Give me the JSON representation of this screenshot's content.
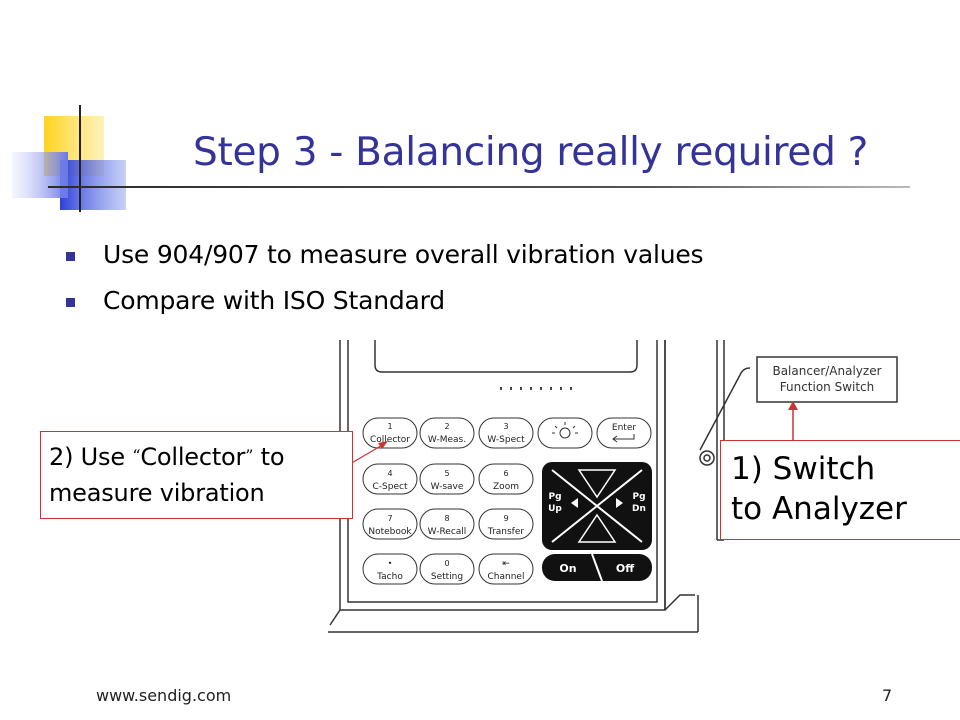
{
  "slide": {
    "title": "Step 3 - Balancing really required ?",
    "bullets": [
      "Use 904/907 to measure overall vibration values",
      "Compare with ISO Standard"
    ],
    "accent_color": "#333399",
    "callout_border_color": "#cc3333"
  },
  "callouts": {
    "collector": {
      "prefix": "2) Use ",
      "open_quote": "“",
      "word": "Collector",
      "close_quote": "”",
      "suffix": " to",
      "line2": "measure vibration"
    },
    "switch": {
      "line1": "1) Switch",
      "line2": "to Analyzer"
    }
  },
  "device": {
    "switch_label_line1": "Balancer/Analyzer",
    "switch_label_line2": "Function Switch",
    "keys": [
      {
        "num": "1",
        "label": "Collector"
      },
      {
        "num": "2",
        "label": "W-Meas."
      },
      {
        "num": "3",
        "label": "W-Spect"
      },
      {
        "num": "",
        "label": ""
      },
      {
        "num": "Enter",
        "label": ""
      },
      {
        "num": "4",
        "label": "C-Spect"
      },
      {
        "num": "5",
        "label": "W-save"
      },
      {
        "num": "6",
        "label": "Zoom"
      },
      {
        "num": "7",
        "label": "Notebook"
      },
      {
        "num": "8",
        "label": "W-Recall"
      },
      {
        "num": "9",
        "label": "Transfer"
      },
      {
        "num": "•",
        "label": "Tacho"
      },
      {
        "num": "0",
        "label": "Setting"
      },
      {
        "num": "⇤",
        "label": "Channel"
      }
    ],
    "nav": {
      "pgup_line1": "Pg",
      "pgup_line2": "Up",
      "pgdn_line1": "Pg",
      "pgdn_line2": "Dn"
    },
    "on_label": "On",
    "off_label": "Off"
  },
  "footer": {
    "url": "www.sendig.com",
    "page_number": "7"
  }
}
